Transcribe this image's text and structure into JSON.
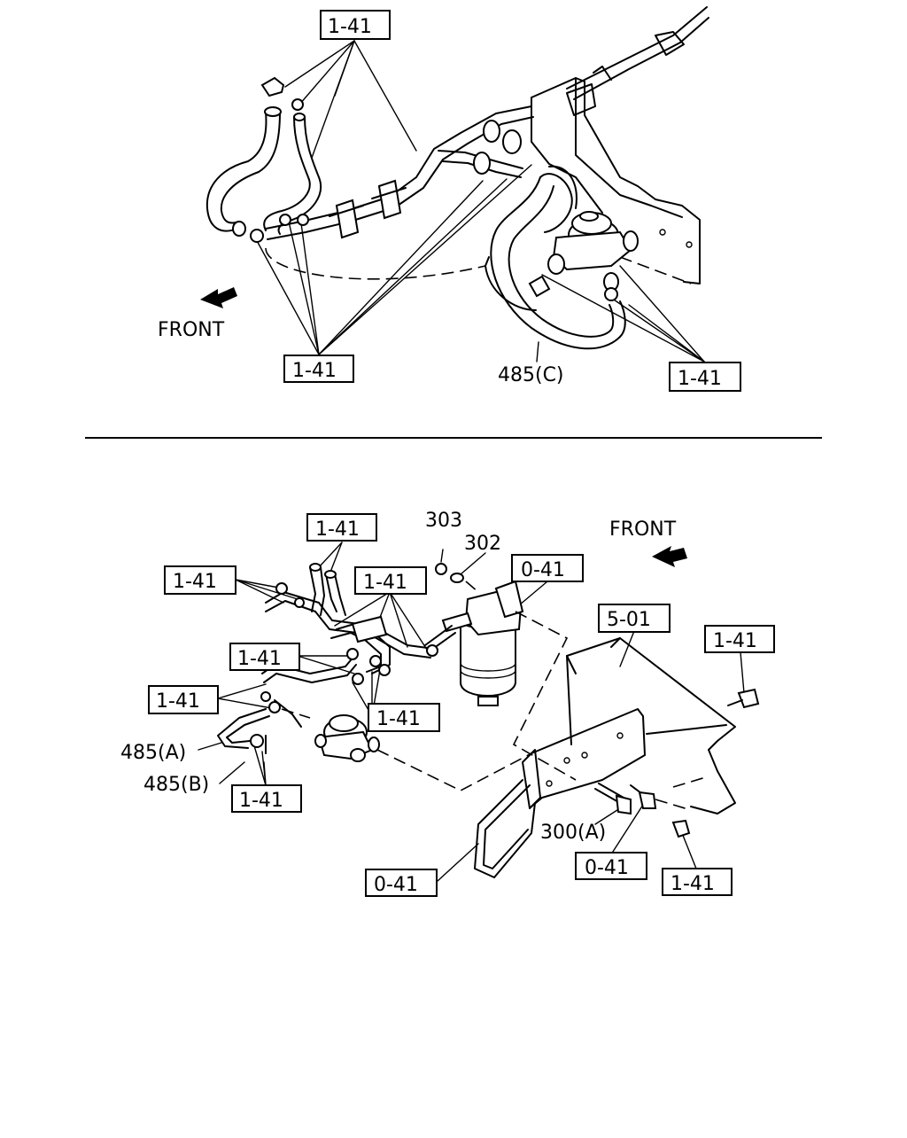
{
  "top": {
    "front_label": "FRONT",
    "refs": [
      "1-41",
      "1-41",
      "1-41"
    ],
    "part_485c": "485(C)"
  },
  "bottom": {
    "front_label": "FRONT",
    "refs": [
      "1-41",
      "1-41",
      "1-41",
      "1-41",
      "1-41",
      "1-41",
      "1-41",
      "1-41",
      "1-41"
    ],
    "ref_0_41": [
      "0-41",
      "0-41",
      "0-41"
    ],
    "ref_5_01": "5-01",
    "part_303": "303",
    "part_302": "302",
    "part_485a": "485(A)",
    "part_485b": "485(B)",
    "part_300a": "300(A)"
  }
}
